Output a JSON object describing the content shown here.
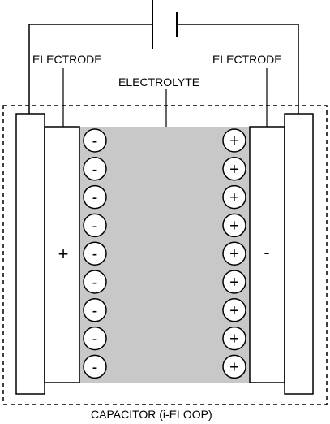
{
  "labels": {
    "electrode_left": "ELECTRODE",
    "electrode_right": "ELECTRODE",
    "electrolyte": "ELECTROLYTE",
    "caption": "CAPACITOR (i-ELOOP)",
    "plate_left_sign": "+",
    "plate_right_sign": "-"
  },
  "ions": {
    "left_sign": "-",
    "right_sign": "+",
    "count_per_side": 9
  },
  "colors": {
    "electrolyte": "#c8c8c8",
    "stroke": "#000000",
    "background": "#ffffff"
  }
}
